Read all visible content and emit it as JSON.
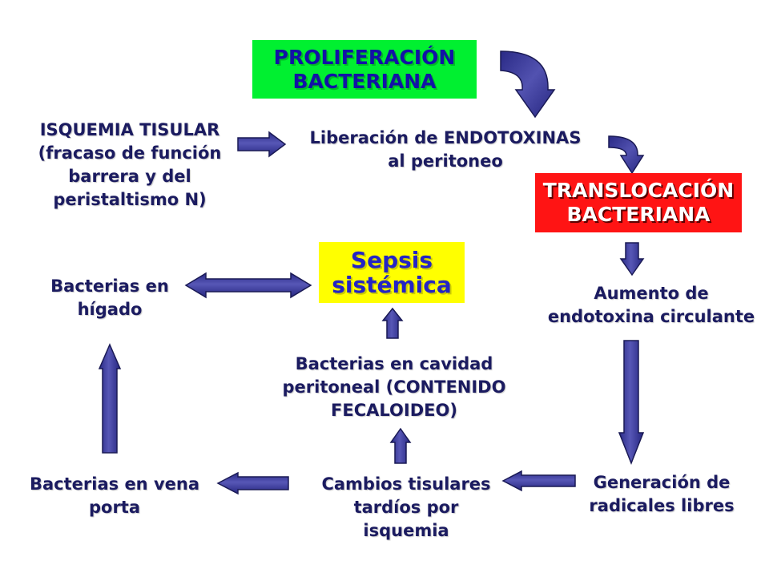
{
  "colors": {
    "proliferacion_box": "#00f030",
    "translocacion_box": "#ff1414",
    "sepsis_box": "#ffff00",
    "body_text": "#1b1b60",
    "arrow_fill": "#36369a",
    "arrow_outline": "#1a1a55"
  },
  "boxes": {
    "proliferacion": "PROLIFERACIÓN\nBACTERIANA",
    "translocacion": "TRANSLOCACIÓN\nBACTERIANA",
    "sepsis": "Sepsis\nsistémica"
  },
  "nodes": {
    "isquemia": "ISQUEMIA TISULAR\n(fracaso de función\nbarrera y del\nperistaltismo N)",
    "liberacion": "Liberación de ENDOTOXINAS\nal peritoneo",
    "higado": "Bacterias en\nhígado",
    "aumento": "Aumento de\nendotoxina circulante",
    "cavidad": "Bacterias en cavidad\nperitoneal (CONTENIDO\nFECALOIDEO)",
    "porta": "Bacterias en vena\nporta",
    "cambios": "Cambios tisulares\ntardíos por\nisquemia",
    "radicales": "Generación de\nradicales libres"
  }
}
